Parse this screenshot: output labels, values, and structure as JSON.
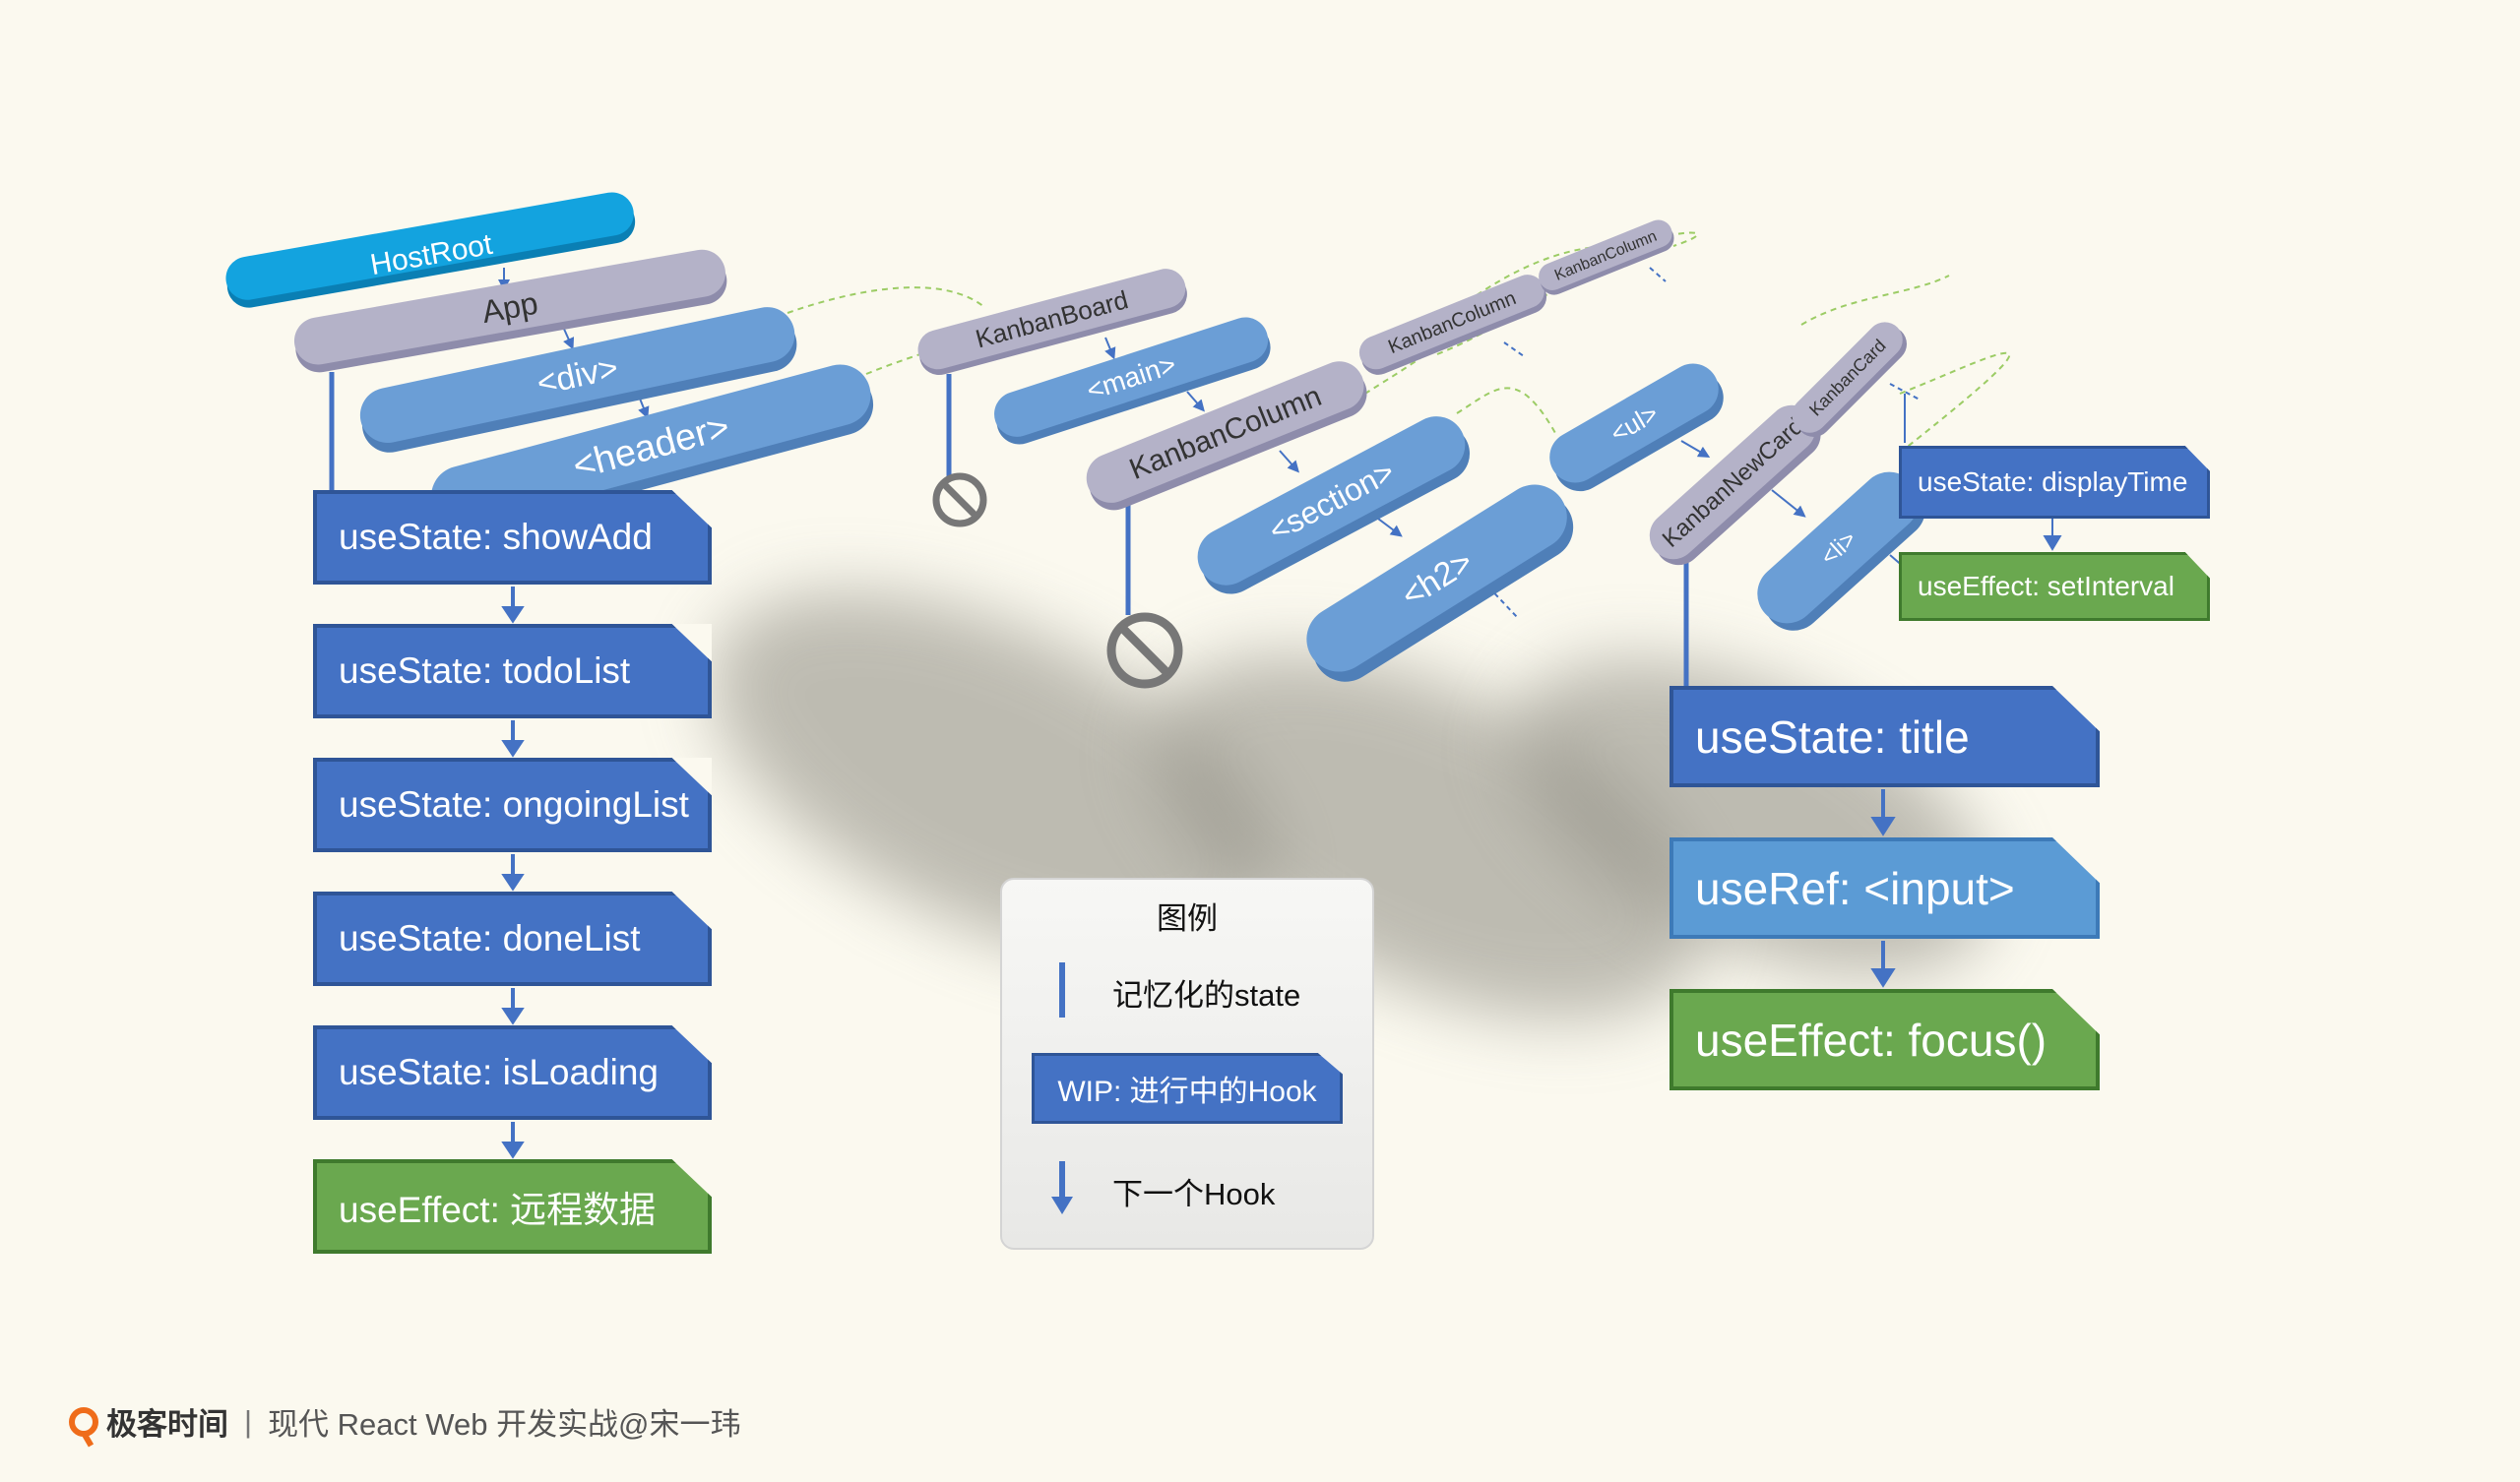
{
  "fibers": {
    "host_root": "HostRoot",
    "app": "App",
    "div": "<div>",
    "header": "<header>",
    "kanban_board": "KanbanBoard",
    "main": "<main>",
    "kanban_column": "KanbanColumn",
    "section": "<section>",
    "h2": "<h2>",
    "kanban_column_2": "KanbanColumn",
    "kanban_column_3": "KanbanColumn",
    "ul": "<ul>",
    "kanban_new_card": "KanbanNewCard",
    "li": "<li>",
    "kanban_card": "KanbanCard"
  },
  "app_hooks": [
    {
      "label": "useState: showAdd",
      "kind": "state"
    },
    {
      "label": "useState: todoList",
      "kind": "state"
    },
    {
      "label": "useState: ongoingList",
      "kind": "state"
    },
    {
      "label": "useState: doneList",
      "kind": "state"
    },
    {
      "label": "useState: isLoading",
      "kind": "state"
    },
    {
      "label": "useEffect: 远程数据",
      "kind": "effect"
    }
  ],
  "new_card_hooks": [
    {
      "label": "useState: title",
      "kind": "state"
    },
    {
      "label": "useRef: <input>",
      "kind": "ref"
    },
    {
      "label": "useEffect: focus()",
      "kind": "effect"
    }
  ],
  "kanban_card_hooks": [
    {
      "label": "useState: displayTime",
      "kind": "state"
    },
    {
      "label": "useEffect: setInterval",
      "kind": "effect"
    }
  ],
  "legend": {
    "title": "图例",
    "memo_label": "记忆化的state",
    "wip_label": "WIP: 进行中的Hook",
    "next_label": "下一个Hook"
  },
  "footer": {
    "brand": "极客时间",
    "separator": "|",
    "course": "现代 React Web 开发实战@宋一玮"
  },
  "colors": {
    "background": "#fbf9ef",
    "host_root": "#13a3df",
    "component_fiber": "#b4b2c8",
    "host_fiber": "#6b9ed6",
    "state_hook": "#4472c4",
    "effect_hook": "#6aa84f",
    "ref_hook": "#5b9bd5"
  }
}
